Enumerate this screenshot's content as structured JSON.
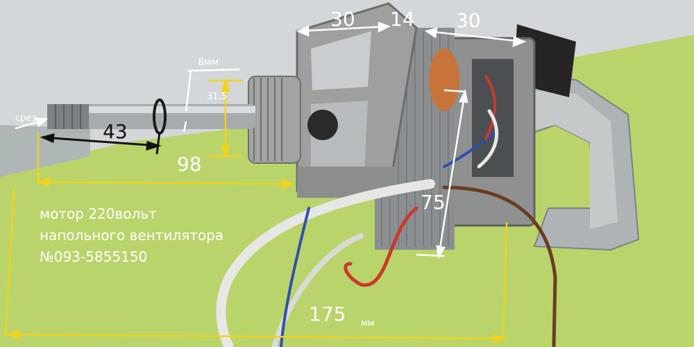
{
  "dimensions": {
    "top_left": "30",
    "top_middle": "14",
    "top_right": "30",
    "shaft_dia": "8мм",
    "thread_dia": "31,5",
    "cut_label": "срез",
    "shaft_tip": "43",
    "shaft_to_body": "98",
    "body_height": "75",
    "total_length": "175",
    "total_length_unit": "мм"
  },
  "caption": {
    "line1": "мотор 220вольт",
    "line2": "напольного вентилятора",
    "line3": "№093-5855150"
  },
  "colors": {
    "background_green": "#b8d36a",
    "background_gray": "#cfd3d6",
    "yellow_guides": "#f2d21c",
    "white_guides": "#ffffff",
    "black_guides": "#111111",
    "motor_metal": "#9a9c9a",
    "copper": "#c7743b",
    "wire_red": "#c93a2c",
    "wire_blue": "#2f4fae",
    "wire_brown": "#6b3d22"
  }
}
